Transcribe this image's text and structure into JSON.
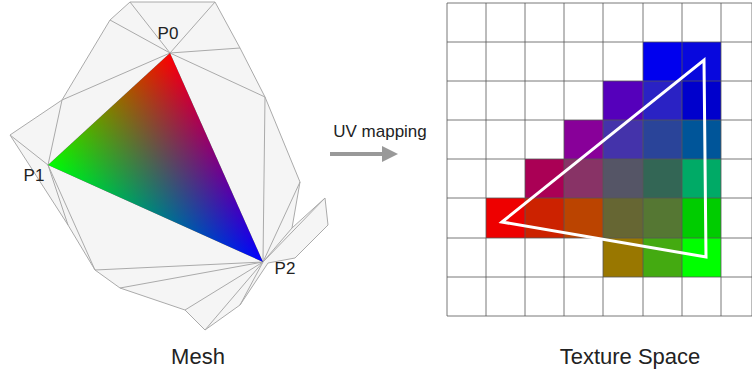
{
  "diagram": {
    "labels": [
      "P0",
      "P1",
      "P2",
      "UV mapping",
      "Mesh",
      "Texture Space"
    ]
  }
}
